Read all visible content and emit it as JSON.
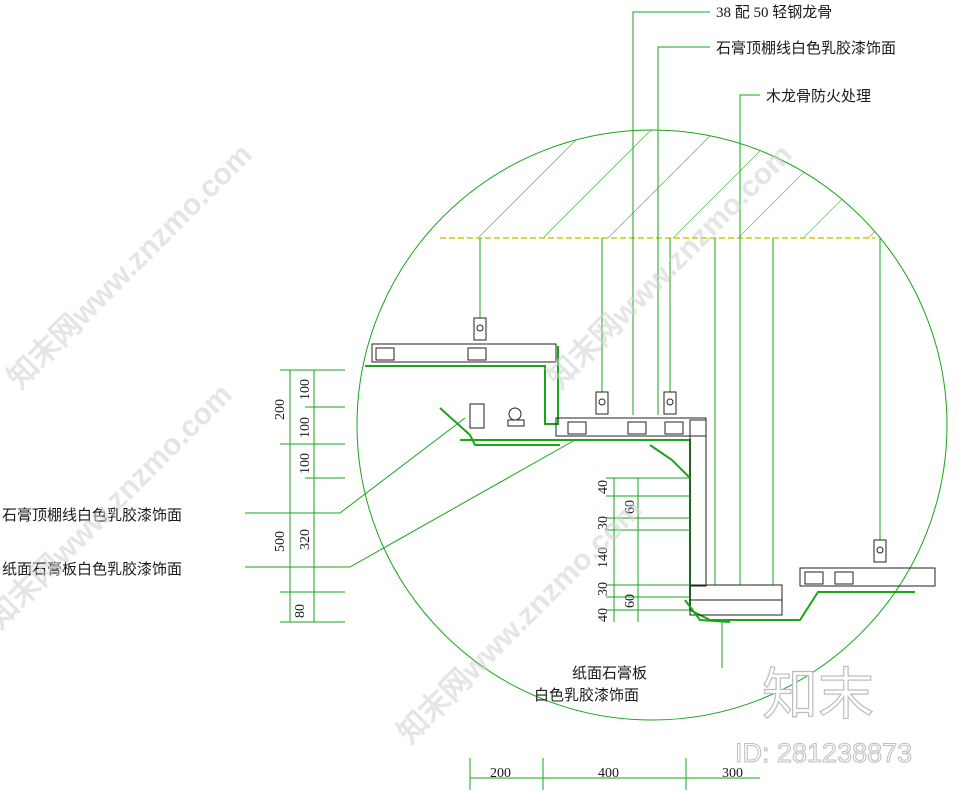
{
  "labels": {
    "steel_keel": "38 配 50 轻钢龙骨",
    "gypsum_line_top": "石膏顶棚线白色乳胶漆饰面",
    "wood_keel_fire": "木龙骨防火处理",
    "gypsum_line_left": "石膏顶棚线白色乳胶漆饰面",
    "paper_gypsum_left": "纸面石膏板白色乳胶漆饰面",
    "paper_gypsum_bottom_1": "纸面石膏板",
    "paper_gypsum_bottom_2": "白色乳胶漆饰面"
  },
  "left_dimensions": {
    "outer": [
      "200",
      "500",
      "80"
    ],
    "inner": [
      "100",
      "100",
      "100",
      "320"
    ]
  },
  "middle_dimensions": [
    "40",
    "60",
    "30",
    "140",
    "30",
    "60",
    "40"
  ],
  "bottom_dimensions": [
    "200",
    "400",
    "300"
  ],
  "watermark": {
    "site_text": "知末网www.znzmo.com",
    "logo_text": "知末",
    "id_text": "ID: 281238873"
  },
  "colors": {
    "line": "#19a619",
    "hatch": "#19a619",
    "slab_edge": "#d8d84a",
    "text": "#1a1a1a",
    "watermark": "#cfcfcf"
  }
}
